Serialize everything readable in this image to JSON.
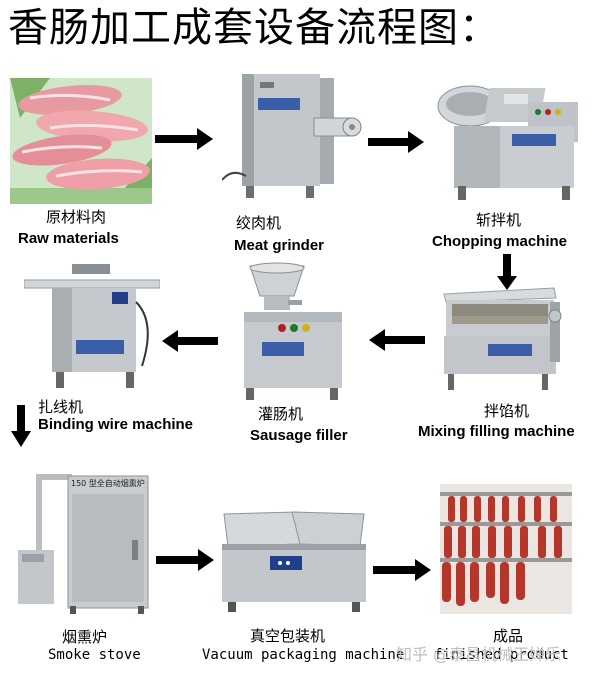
{
  "title": "香肠加工成套设备流程图：",
  "steps": [
    {
      "zh": "原材料肉",
      "en": "Raw materials",
      "image": "raw-meat"
    },
    {
      "zh": "绞肉机",
      "en": "Meat grinder",
      "image": "meat-grinder"
    },
    {
      "zh": "斩拌机",
      "en": "Chopping machine",
      "image": "chopping-machine"
    },
    {
      "zh": "拌馅机",
      "en": "Mixing filling machine",
      "image": "mixing-machine"
    },
    {
      "zh": "灌肠机",
      "en": "Sausage filler",
      "image": "sausage-filler"
    },
    {
      "zh": "扎线机",
      "en": "Binding wire machine",
      "image": "binding-machine"
    },
    {
      "zh": "烟熏炉",
      "en": "Smoke stove",
      "image": "smoke-stove"
    },
    {
      "zh": "真空包装机",
      "en": "Vacuum packaging machine",
      "image": "vacuum-packer"
    },
    {
      "zh": "成品",
      "en": "finished product",
      "image": "sausages"
    }
  ],
  "smoke_stove_plate": "150 型全自动烟熏炉",
  "watermark": "知乎 @泰昌机械王婵乐",
  "colors": {
    "arrow": "#000000",
    "steel": "#b8bcc0",
    "meat": "#e89aa0",
    "sausage": "#b5362a"
  }
}
